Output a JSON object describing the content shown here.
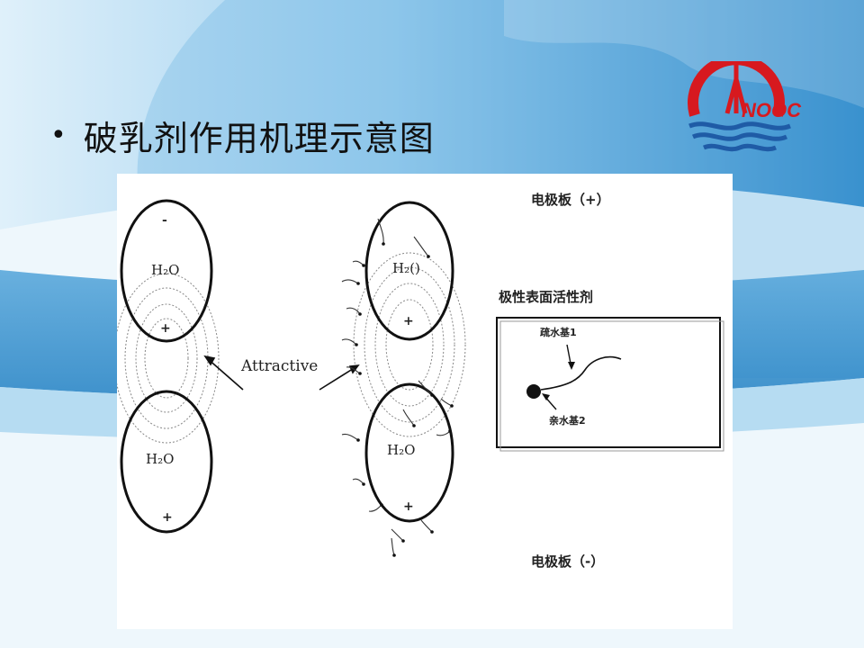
{
  "slide": {
    "bullet": "•",
    "title": "破乳剂作用机理示意图"
  },
  "logo": {
    "text": "NOOC",
    "color": "#d7191f"
  },
  "diagram": {
    "left_pair": {
      "top_molecule": "H₂O",
      "bottom_molecule": "H₂O",
      "top_minus": "-",
      "top_plus": "+",
      "bottom_plus": "+"
    },
    "attractive_label": "Attractive",
    "right_pair": {
      "top_molecule": "H₂()",
      "bottom_molecule": "H₂O",
      "top_plus": "+",
      "bottom_plus": "+"
    },
    "electrode_top": "电极板（+）",
    "electrode_bottom": "电极板（-）",
    "surfactant_title": "极性表面活性剂",
    "hydrophobic_label": "疏水基1",
    "hydrophilic_label": "亲水基2"
  },
  "colors": {
    "background": "#e9f4fb",
    "band": "#3a8fc9",
    "band_light": "#8cc4e8",
    "ink": "#111111"
  }
}
